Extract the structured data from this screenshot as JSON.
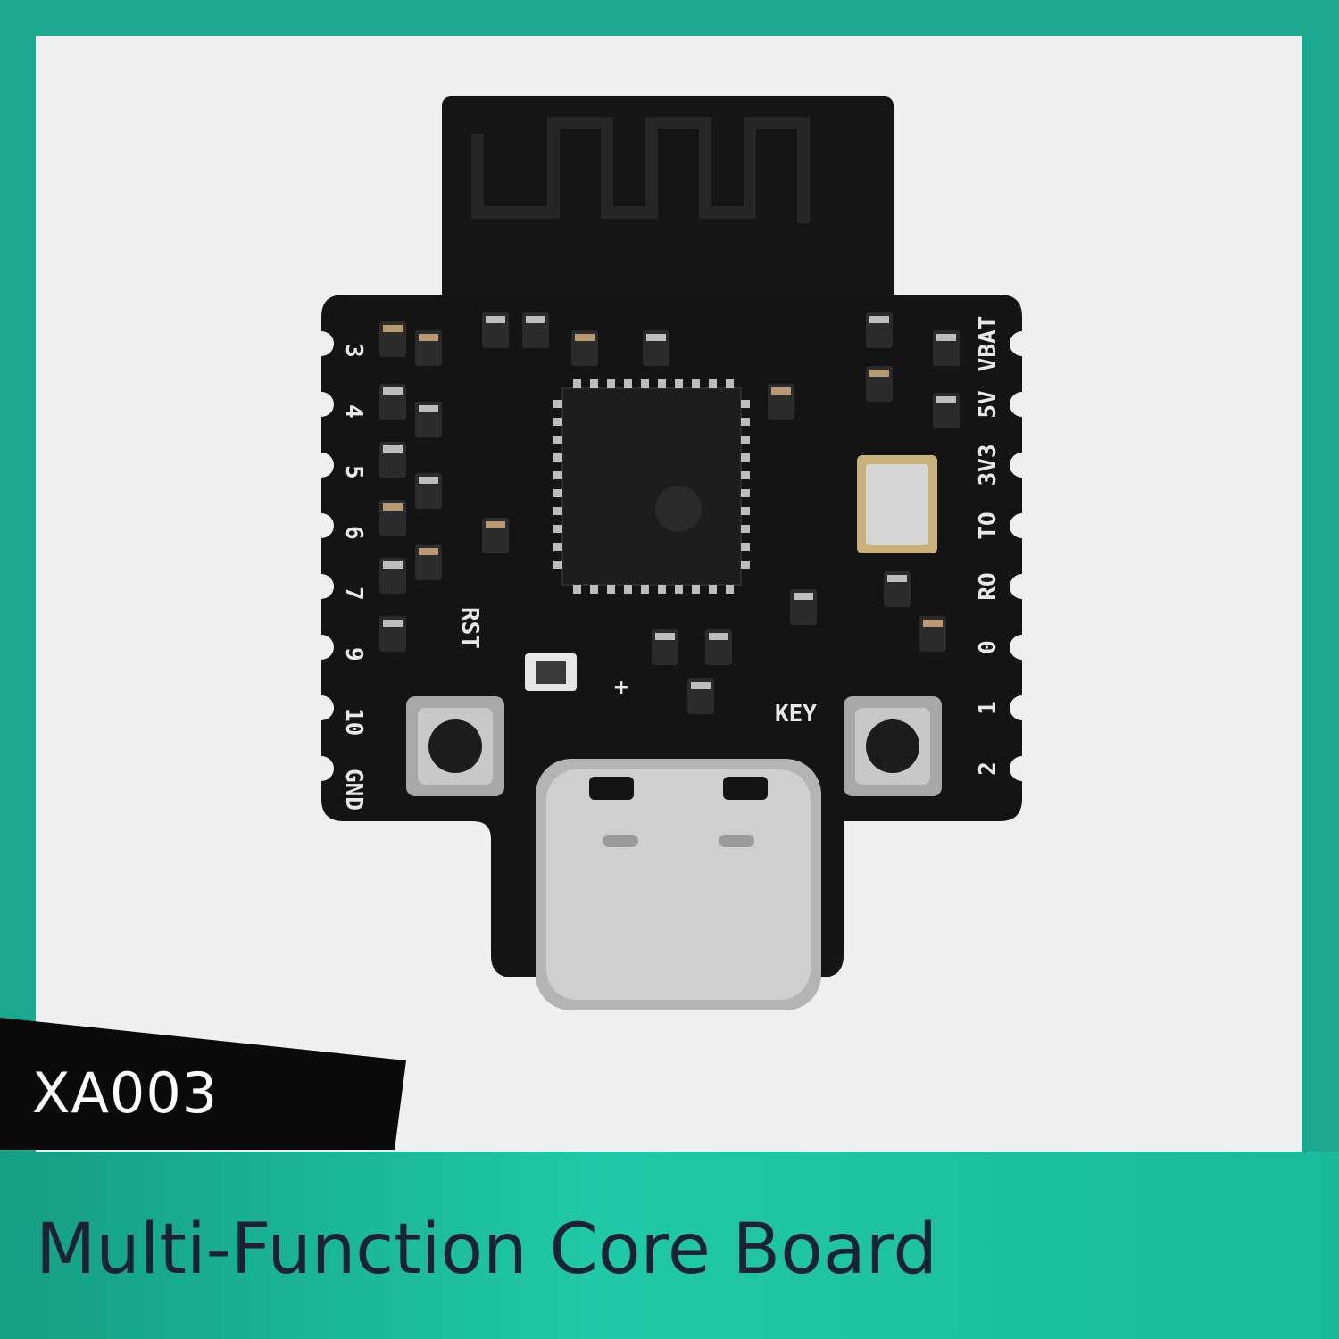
{
  "product": {
    "model": "XA003",
    "title": "Multi-Function Core Board"
  },
  "board": {
    "left_pins": [
      "3",
      "4",
      "5",
      "6",
      "7",
      "9",
      "10",
      "GND"
    ],
    "right_pins": [
      "VBAT",
      "5V",
      "3V3",
      "TO",
      "RO",
      "0",
      "1",
      "2"
    ],
    "rst_label": "RST",
    "key_label": "KEY",
    "plus_label": "+"
  },
  "colors": {
    "frame": "#1aa88e",
    "banner_start": "#149e84",
    "banner_end": "#1fc9a8",
    "subtitle_text": "#1b2236",
    "model_tag": "#0a0a0a",
    "pcb": "#141414"
  }
}
